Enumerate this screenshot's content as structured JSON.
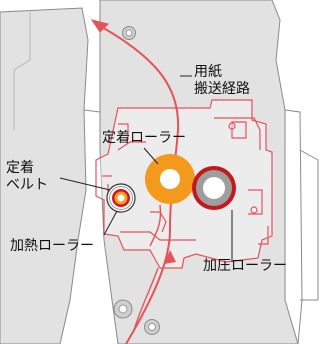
{
  "labels": {
    "paper_path": [
      "用紙",
      "搬送経路"
    ],
    "fixing_roller": "定着ローラー",
    "fixing_belt": [
      "定着",
      "ベルト"
    ],
    "heating_roller": "加熱ローラー",
    "pressure_roller": "加圧ローラー"
  },
  "colors": {
    "housing_fill": "#e2e2e2",
    "housing_stroke": "#8a8a8a",
    "paper_path_red": "#e5535a",
    "fixing_roller_orange": "#f39a1c",
    "pressure_roller_red": "#c4181c",
    "pressure_roller_gray": "#9e9e9e",
    "heating_roller_red": "#d4161c",
    "heating_roller_orange": "#f6a01f"
  },
  "icons": [
    "screw-icon",
    "arrow-up-icon"
  ]
}
